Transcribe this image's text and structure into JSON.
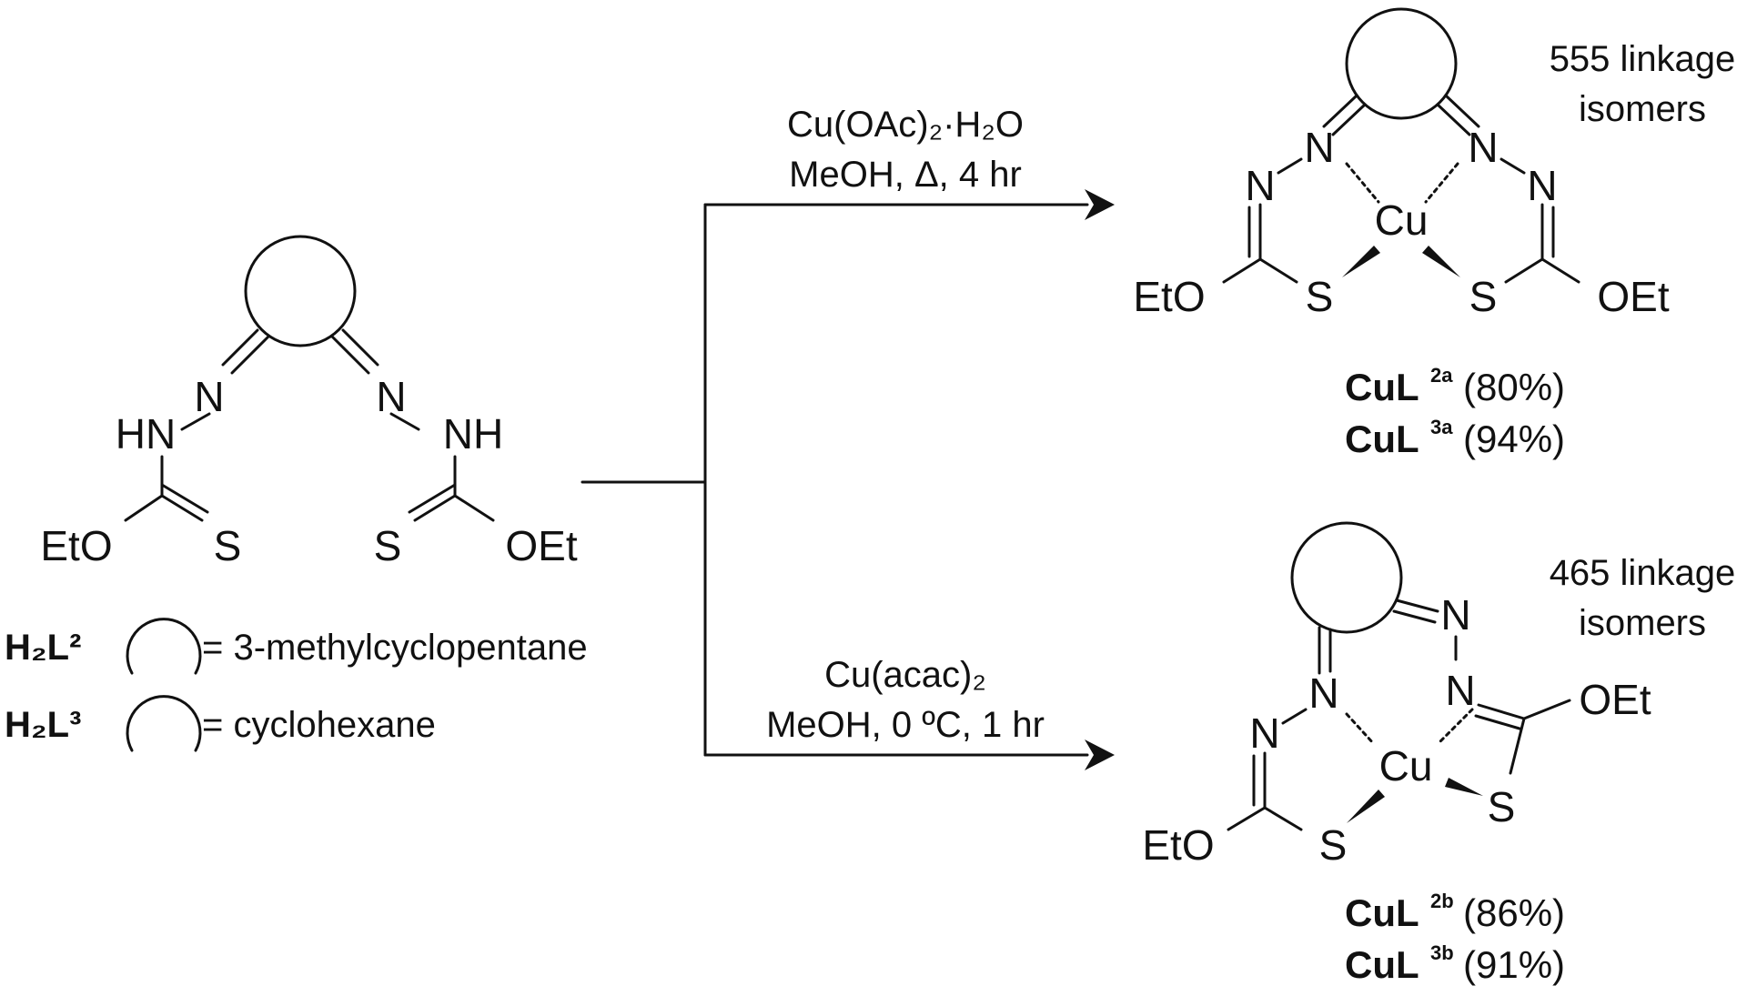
{
  "reactant": {
    "atoms": {
      "n_left": "N",
      "n_right": "N",
      "hn_left": "HN",
      "nh_right": "NH",
      "eto_left": "EtO",
      "s_left": "S",
      "s_right": "S",
      "oet_right": "OEt"
    },
    "legend": [
      {
        "label": "H₂L²",
        "text": "= 3-methylcyclopentane"
      },
      {
        "label": "H₂L³",
        "text": "= cyclohexane"
      }
    ]
  },
  "conditions": {
    "top": {
      "line1": "Cu(OAc)₂·H₂O",
      "line2": "MeOH, Δ, 4 hr"
    },
    "bottom": {
      "line1": "Cu(acac)₂",
      "line2": "MeOH, 0 ºC, 1 hr"
    }
  },
  "product_top": {
    "isomer_line1": "555 linkage",
    "isomer_line2": "isomers",
    "atoms": {
      "n_ring_left": "N",
      "n_ring_right": "N",
      "n_left": "N",
      "n_right": "N",
      "cu": "Cu",
      "s_left": "S",
      "s_right": "S",
      "eto": "EtO",
      "oet": "OEt"
    },
    "yields": [
      {
        "base": "CuL",
        "sup": "2a",
        "yield": "(80%)"
      },
      {
        "base": "CuL",
        "sup": "3a",
        "yield": "(94%)"
      }
    ]
  },
  "product_bottom": {
    "isomer_line1": "465 linkage",
    "isomer_line2": "isomers",
    "atoms": {
      "n_ring_left": "N",
      "n_ring_right": "N",
      "n_left": "N",
      "n_right": "N",
      "cu": "Cu",
      "s_left": "S",
      "s_right": "S",
      "eto": "EtO",
      "oet": "OEt"
    },
    "yields": [
      {
        "base": "CuL",
        "sup": "2b",
        "yield": "(86%)"
      },
      {
        "base": "CuL",
        "sup": "3b",
        "yield": "(91%)"
      }
    ]
  }
}
